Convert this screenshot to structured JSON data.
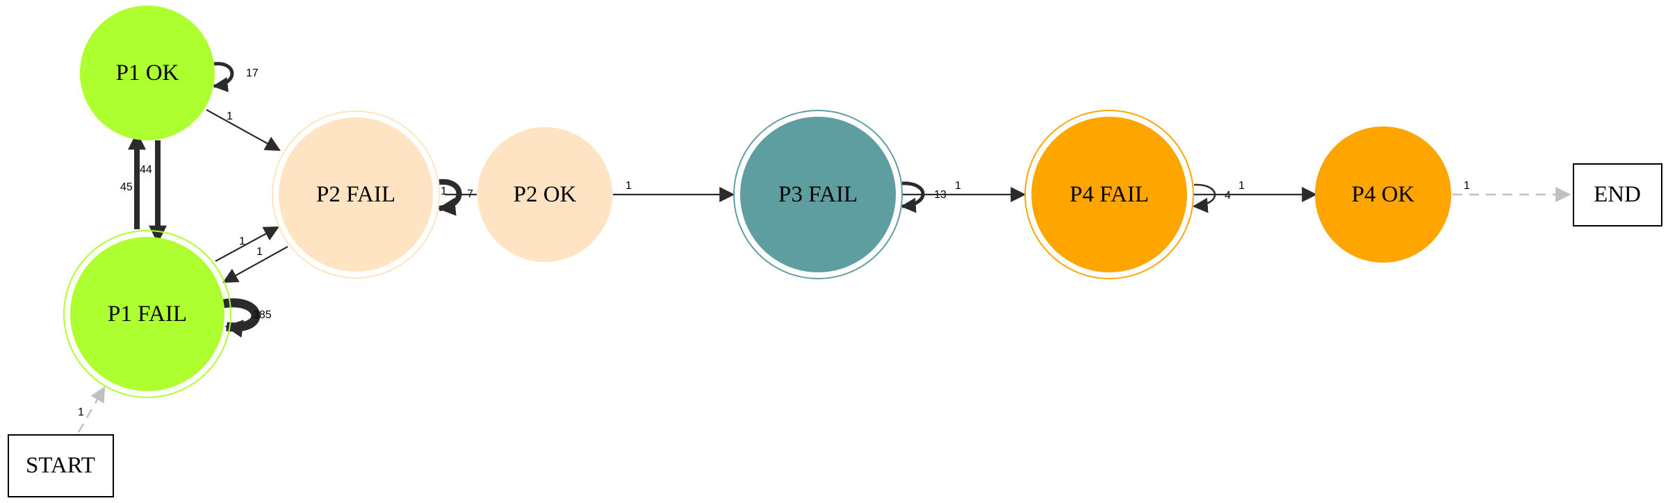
{
  "nodes": {
    "p1_ok": {
      "label": "P1 OK",
      "color": "#adff2f"
    },
    "p1_fail": {
      "label": "P1 FAIL",
      "color": "#adff2f"
    },
    "p2_fail": {
      "label": "P2 FAIL",
      "color": "#ffe4c4"
    },
    "p2_ok": {
      "label": "P2 OK",
      "color": "#ffe4c4"
    },
    "p3_fail": {
      "label": "P3 FAIL",
      "color": "#5f9ea0"
    },
    "p4_fail": {
      "label": "P4 FAIL",
      "color": "#ffa500"
    },
    "p4_ok": {
      "label": "P4 OK",
      "color": "#ffa500"
    },
    "start": {
      "label": "START"
    },
    "end": {
      "label": "END"
    }
  },
  "edges": {
    "p1ok_self": "17",
    "p1ok_to_p2fail": "1",
    "p1ok_to_p1fail": "44",
    "p1fail_to_p1ok": "45",
    "p1fail_to_p2fail": "1",
    "p2fail_to_p1fail": "1",
    "p1fail_self": "385",
    "p2fail_self": "1",
    "p2fail_to_p2ok": "7",
    "p2ok_to_p3fail": "1",
    "p3fail_self": "13",
    "p3fail_to_p4fail": "1",
    "p4fail_self": "4",
    "p4fail_to_p4ok": "1",
    "p4ok_to_end": "1",
    "start_to_p1fail": "1"
  },
  "colors": {
    "edge": "#2b2b2b",
    "dashed_edge": "#c0c0c0"
  }
}
